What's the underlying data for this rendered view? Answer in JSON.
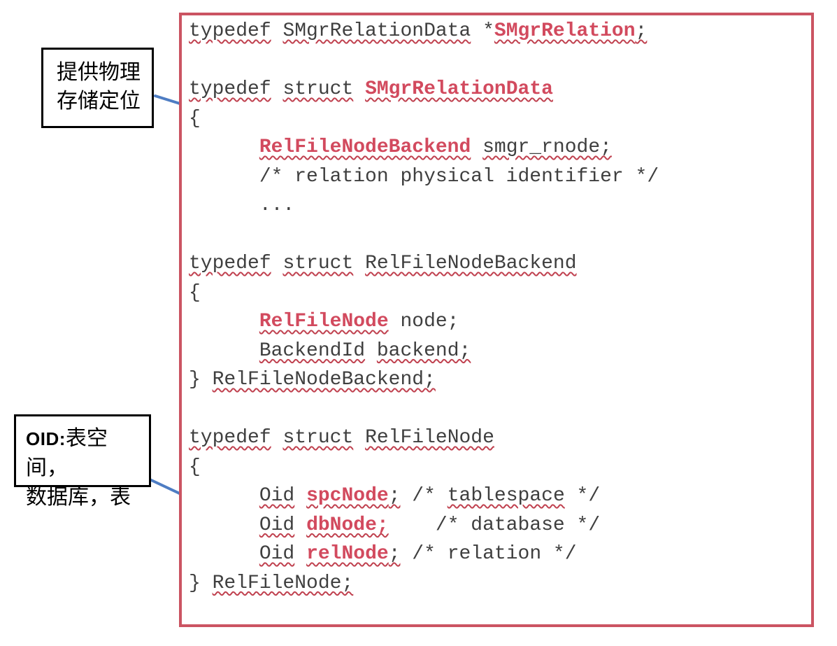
{
  "colors": {
    "box_border": "#CB5462",
    "code_text": "#3F3F3F",
    "keyword_highlight": "#D24A5E",
    "squiggle": "#C0414F",
    "arrow": "#4E7DC3",
    "note_border": "#000000",
    "background": "#FFFFFF"
  },
  "annotations": {
    "storage_note": {
      "line1": "提供物理",
      "line2": "存储定位"
    },
    "oid_note": {
      "prefix": "OID:",
      "line1": "表空间，",
      "line2": "数据库，表"
    }
  },
  "code": {
    "lines": [
      [
        {
          "t": "typedef",
          "sq": true
        },
        {
          "t": " "
        },
        {
          "t": "SMgrRelationData",
          "sq": true
        },
        {
          "t": " *"
        },
        {
          "t": "SMgrRelation",
          "hl": true,
          "sq": true
        },
        {
          "t": ";",
          "sq": true
        }
      ],
      [],
      [
        {
          "t": "typedef",
          "sq": true
        },
        {
          "t": " "
        },
        {
          "t": "struct",
          "sq": true
        },
        {
          "t": " "
        },
        {
          "t": "SMgrRelationData",
          "hl": true,
          "sq": true
        }
      ],
      [
        {
          "t": "{"
        }
      ],
      [
        {
          "t": "      "
        },
        {
          "t": "RelFileNodeBackend",
          "hl": true,
          "sq": true
        },
        {
          "t": " "
        },
        {
          "t": "smgr_rnode;",
          "sq": true
        }
      ],
      [
        {
          "t": "      "
        },
        {
          "t": "/* relation physical identifier */"
        }
      ],
      [
        {
          "t": "      "
        },
        {
          "t": "..."
        }
      ],
      [],
      [
        {
          "t": "typedef",
          "sq": true
        },
        {
          "t": " "
        },
        {
          "t": "struct",
          "sq": true
        },
        {
          "t": " "
        },
        {
          "t": "RelFileNodeBackend",
          "sq": true
        }
      ],
      [
        {
          "t": "{"
        }
      ],
      [
        {
          "t": "      "
        },
        {
          "t": "RelFileNode",
          "hl": true,
          "sq": true
        },
        {
          "t": " node;"
        }
      ],
      [
        {
          "t": "      "
        },
        {
          "t": "BackendId",
          "sq": true
        },
        {
          "t": " "
        },
        {
          "t": "backend;",
          "sq": true
        }
      ],
      [
        {
          "t": "} "
        },
        {
          "t": "RelFileNodeBackend;",
          "sq": true
        }
      ],
      [],
      [
        {
          "t": "typedef",
          "sq": true
        },
        {
          "t": " "
        },
        {
          "t": "struct",
          "sq": true
        },
        {
          "t": " "
        },
        {
          "t": "RelFileNode",
          "sq": true
        }
      ],
      [
        {
          "t": "{"
        }
      ],
      [
        {
          "t": "      "
        },
        {
          "t": "Oid",
          "sq": true
        },
        {
          "t": " "
        },
        {
          "t": "spcNode",
          "hl": true,
          "sq": true
        },
        {
          "t": ";",
          "sq": true
        },
        {
          "t": " /* "
        },
        {
          "t": "tablespace",
          "sq": true
        },
        {
          "t": " */"
        }
      ],
      [
        {
          "t": "      "
        },
        {
          "t": "Oid",
          "sq": true
        },
        {
          "t": " "
        },
        {
          "t": "dbNode;",
          "hl": true,
          "sq": true
        },
        {
          "t": "    /* database */"
        }
      ],
      [
        {
          "t": "      "
        },
        {
          "t": "Oid",
          "sq": true
        },
        {
          "t": " "
        },
        {
          "t": "relNode",
          "hl": true,
          "sq": true
        },
        {
          "t": ";",
          "sq": true
        },
        {
          "t": " /* relation */"
        }
      ],
      [
        {
          "t": "} "
        },
        {
          "t": "RelFileNode;",
          "sq": true
        }
      ]
    ]
  }
}
